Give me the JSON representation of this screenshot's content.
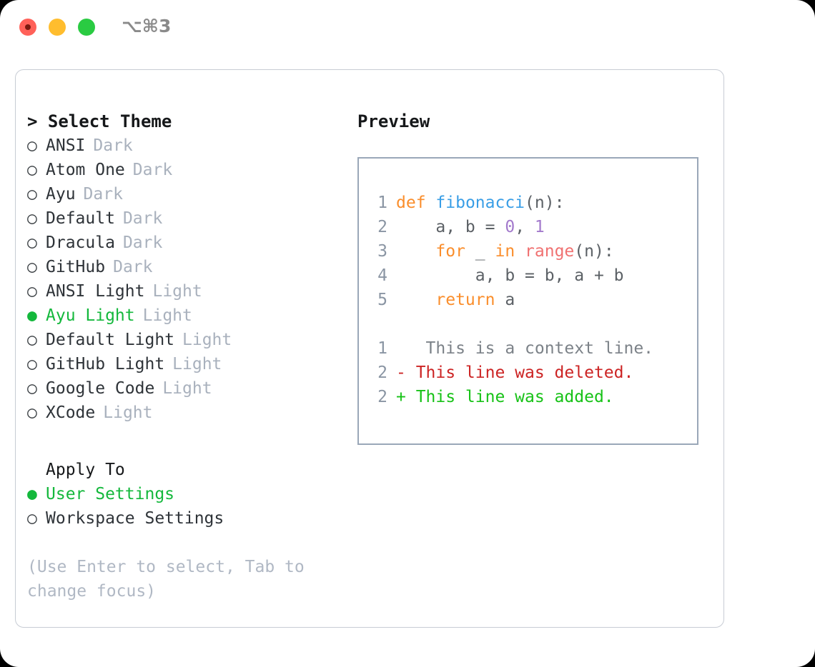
{
  "window": {
    "shortcut_label": "⌥⌘3",
    "traffic_lights": [
      {
        "name": "close",
        "color": "#ff6159"
      },
      {
        "name": "minimize",
        "color": "#ffbd2e"
      },
      {
        "name": "zoom",
        "color": "#2acb42"
      }
    ]
  },
  "theme_selector": {
    "heading": "> Select Theme",
    "marker_selected": "●",
    "marker_unselected": "○",
    "items": [
      {
        "name": "ANSI",
        "tag": "Dark",
        "selected": false
      },
      {
        "name": "Atom One",
        "tag": "Dark",
        "selected": false
      },
      {
        "name": "Ayu",
        "tag": "Dark",
        "selected": false
      },
      {
        "name": "Default",
        "tag": "Dark",
        "selected": false
      },
      {
        "name": "Dracula",
        "tag": "Dark",
        "selected": false
      },
      {
        "name": "GitHub",
        "tag": "Dark",
        "selected": false
      },
      {
        "name": "ANSI Light",
        "tag": "Light",
        "selected": false
      },
      {
        "name": "Ayu Light",
        "tag": "Light",
        "selected": true
      },
      {
        "name": "Default Light",
        "tag": "Light",
        "selected": false
      },
      {
        "name": "GitHub Light",
        "tag": "Light",
        "selected": false
      },
      {
        "name": "Google Code",
        "tag": "Light",
        "selected": false
      },
      {
        "name": "XCode",
        "tag": "Light",
        "selected": false
      }
    ]
  },
  "apply_to": {
    "heading": "Apply To",
    "items": [
      {
        "name": "User Settings",
        "selected": true
      },
      {
        "name": "Workspace Settings",
        "selected": false
      }
    ]
  },
  "hint": "(Use Enter to select, Tab to change focus)",
  "preview": {
    "title": "Preview",
    "code_lines": [
      {
        "no": "1",
        "tokens": [
          {
            "t": "def",
            "c": "kw"
          },
          {
            "t": " ",
            "c": "pln"
          },
          {
            "t": "fibonacci",
            "c": "fn"
          },
          {
            "t": "(n):",
            "c": "pln"
          }
        ]
      },
      {
        "no": "2",
        "tokens": [
          {
            "t": "    a, b = ",
            "c": "pln"
          },
          {
            "t": "0",
            "c": "num"
          },
          {
            "t": ", ",
            "c": "pln"
          },
          {
            "t": "1",
            "c": "num"
          }
        ]
      },
      {
        "no": "3",
        "tokens": [
          {
            "t": "    ",
            "c": "pln"
          },
          {
            "t": "for",
            "c": "kw"
          },
          {
            "t": " _ ",
            "c": "pln"
          },
          {
            "t": "in",
            "c": "kw"
          },
          {
            "t": " ",
            "c": "pln"
          },
          {
            "t": "range",
            "c": "call"
          },
          {
            "t": "(n):",
            "c": "pln"
          }
        ]
      },
      {
        "no": "4",
        "tokens": [
          {
            "t": "        a, b = b, a + b",
            "c": "pln"
          }
        ]
      },
      {
        "no": "5",
        "tokens": [
          {
            "t": "    ",
            "c": "pln"
          },
          {
            "t": "return",
            "c": "kw"
          },
          {
            "t": " a",
            "c": "pln"
          }
        ]
      }
    ],
    "diff_lines": [
      {
        "no": "1",
        "sign": " ",
        "text": "  This is a context line.",
        "kind": "context"
      },
      {
        "no": "2",
        "sign": "-",
        "text": " This line was deleted.",
        "kind": "deletion"
      },
      {
        "no": "2",
        "sign": "+",
        "text": " This line was added.",
        "kind": "addition"
      }
    ]
  },
  "colors": {
    "accent_green": "#14b83c",
    "keyword": "#fa8e2c",
    "function": "#399ee6",
    "number": "#a37acc",
    "call": "#f07171",
    "diff_delete": "#cc2424",
    "diff_add": "#17c217",
    "muted": "#a9b1bd",
    "border": "#9aa7b8"
  }
}
